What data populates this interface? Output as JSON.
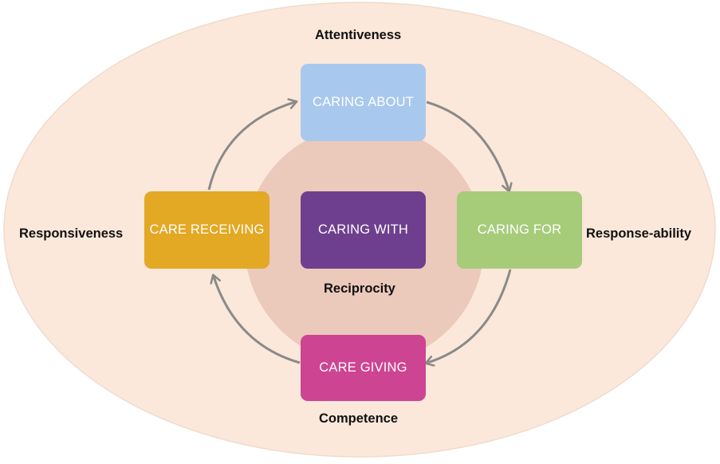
{
  "stages": {
    "caring_about": {
      "label": "CARING ABOUT",
      "color": "#a8c8ee"
    },
    "caring_for": {
      "label": "CARING FOR",
      "color": "#a6cc7a"
    },
    "care_giving": {
      "label": "CARE GIVING",
      "color": "#cd4492"
    },
    "care_receiving": {
      "label": "CARE RECEIVING",
      "color": "#e3a824"
    },
    "caring_with": {
      "label": "CARING WITH",
      "color": "#6e3f8e"
    }
  },
  "qualities": {
    "attentiveness": "Attentiveness",
    "response_ability": "Response-ability",
    "competence": "Competence",
    "responsiveness": "Responsiveness",
    "reciprocity": "Reciprocity"
  },
  "colors": {
    "outer_ellipse": "#fbe8da",
    "inner_circle": "#ebc9bb",
    "arrow": "#8a8a8a"
  }
}
